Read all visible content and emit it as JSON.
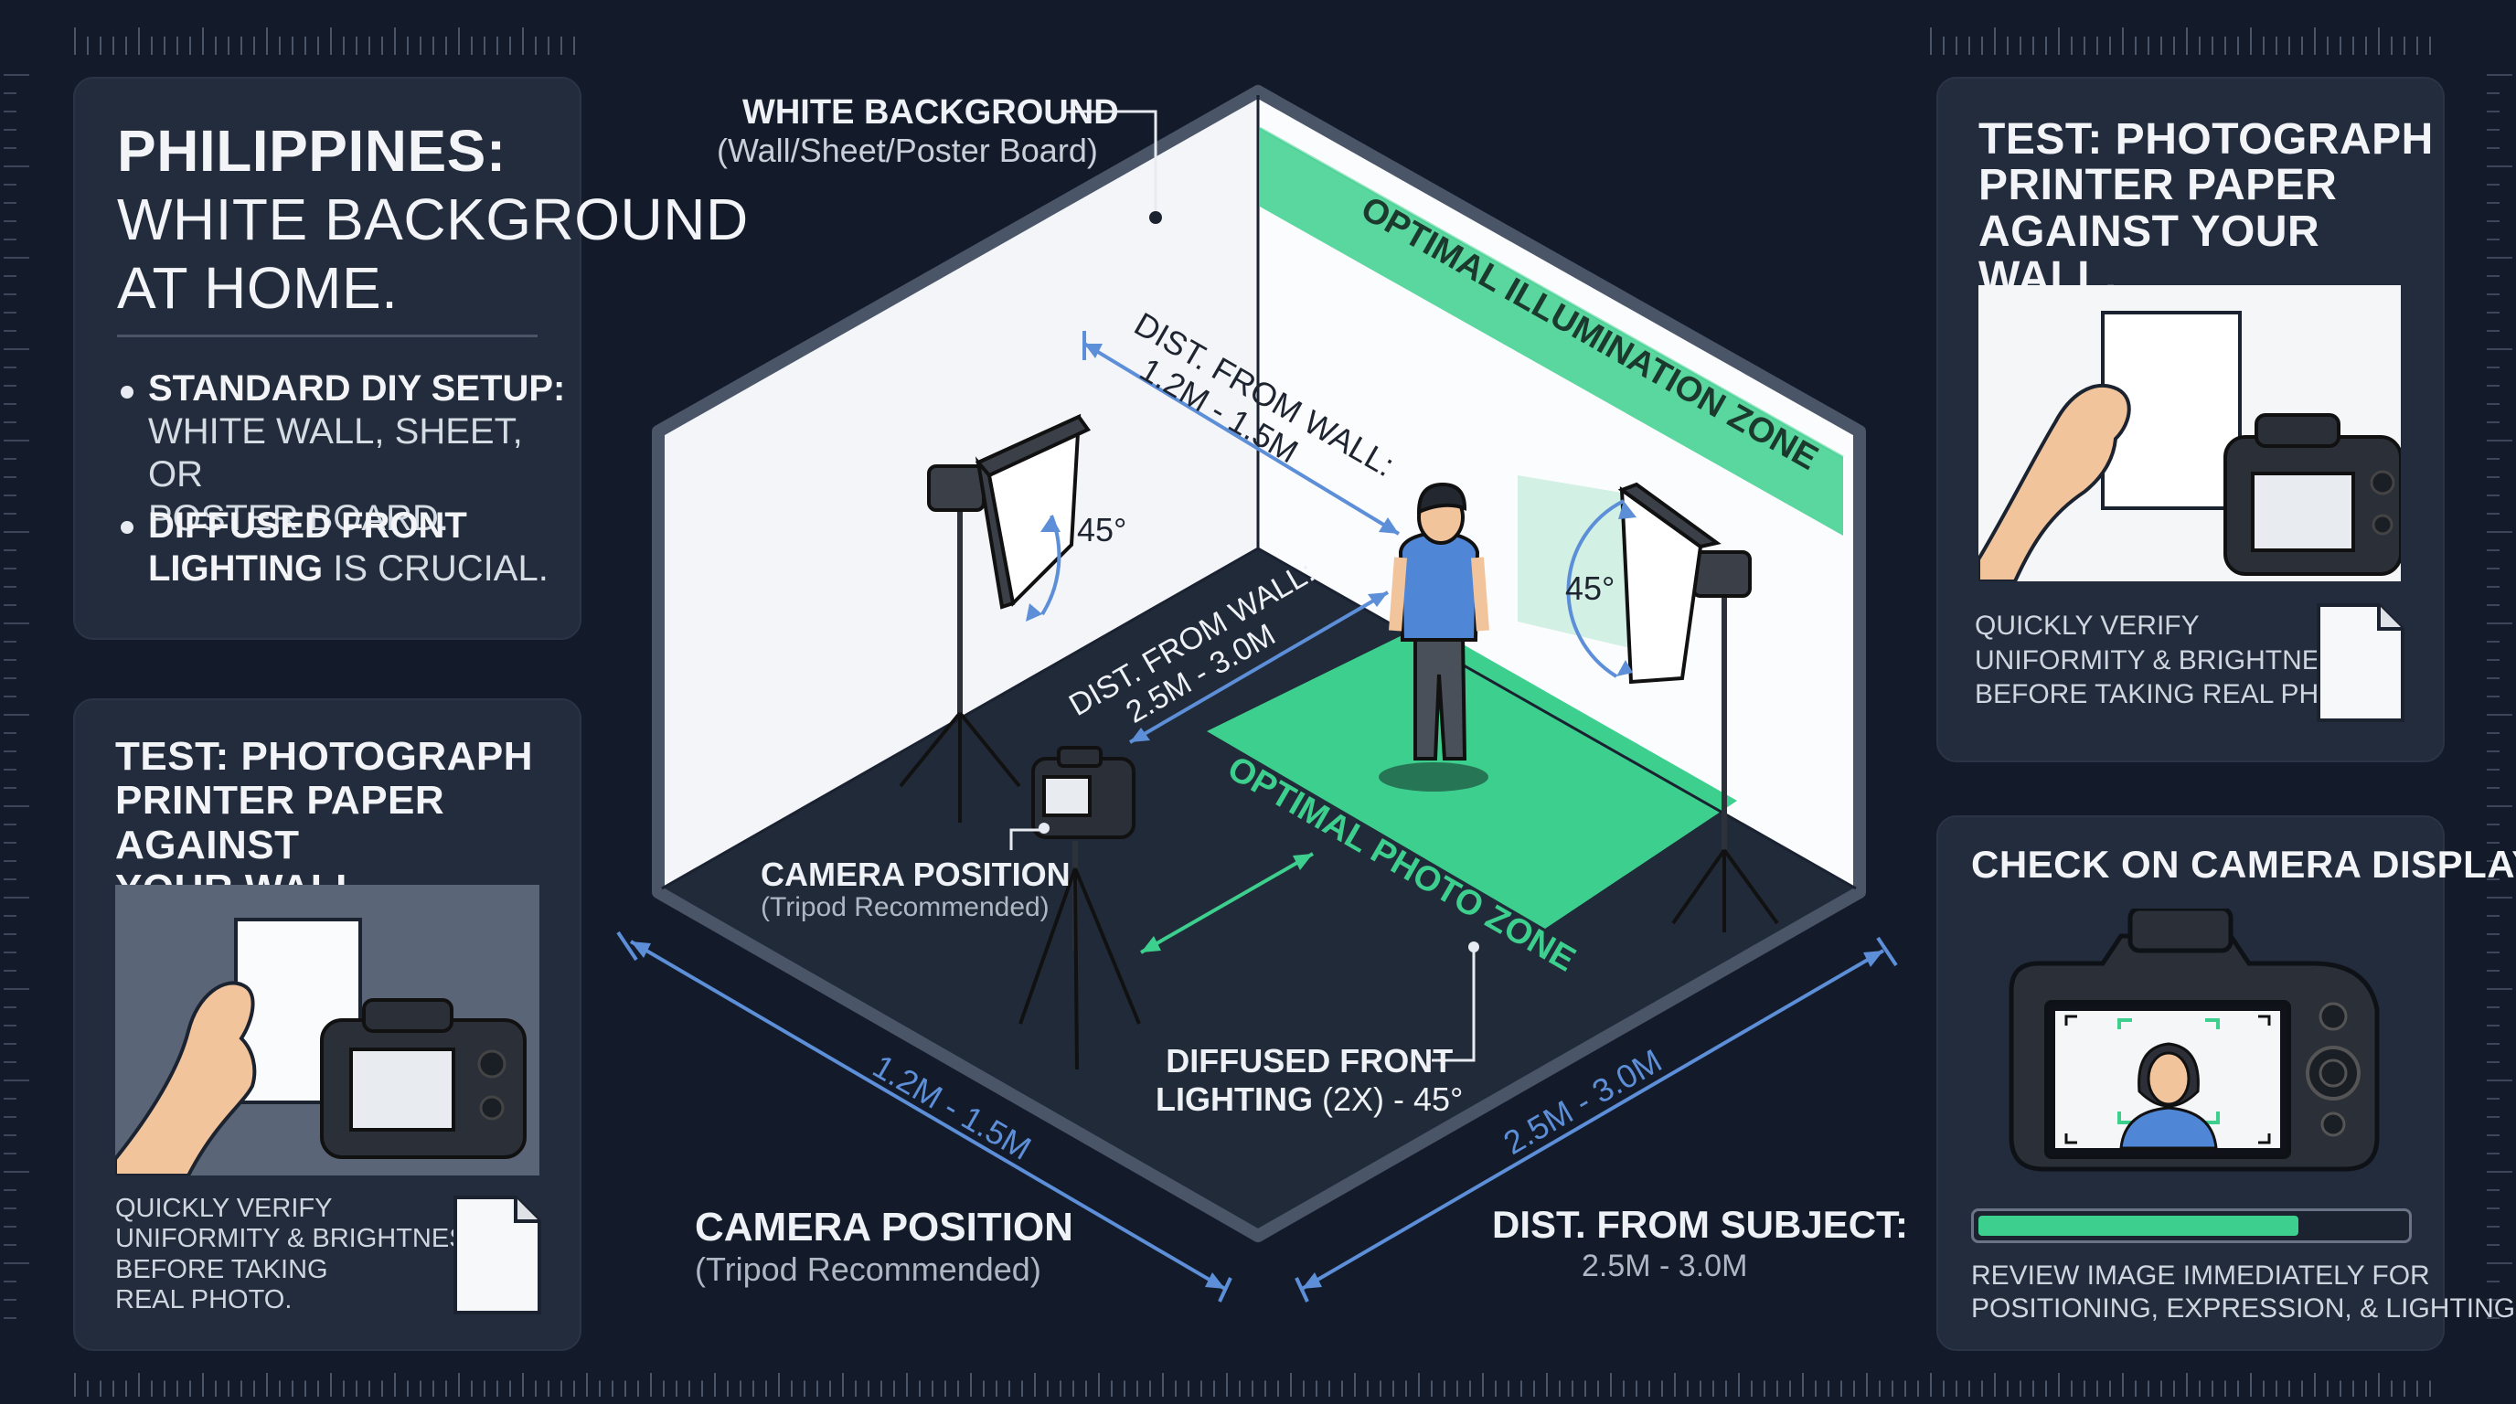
{
  "colors": {
    "background": "#131b2a",
    "panel": "#222c3c",
    "accent_green": "#3dcf8e",
    "accent_blue": "#5d8fd9",
    "wall": "#f3f5f8",
    "floor": "#212a38"
  },
  "intro": {
    "title_bold": "PHILIPPINES:",
    "title_line2": "WHITE BACKGROUND",
    "title_line3": "AT HOME.",
    "bullet1_bold": "STANDARD DIY SETUP:",
    "bullet1_text_a": "WHITE WALL, SHEET, OR",
    "bullet1_text_b": "POSTER BOARD.",
    "bullet2_bold_a": "DIFFUSED FRONT",
    "bullet2_bold_b": "LIGHTING",
    "bullet2_text": " IS CRUCIAL."
  },
  "test_left": {
    "title_a": "TEST: PHOTOGRAPH",
    "title_b": "PRINTER PAPER AGAINST",
    "title_c": "YOUR WALL.",
    "desc_a": "QUICKLY VERIFY",
    "desc_b": "UNIFORMITY & BRIGHTNESS",
    "desc_c": "BEFORE TAKING",
    "desc_d": "REAL PHOTO."
  },
  "test_right": {
    "title_a": "TEST: PHOTOGRAPH",
    "title_b": "PRINTER PAPER",
    "title_c": "AGAINST YOUR WALL.",
    "desc_a": "QUICKLY VERIFY",
    "desc_b": "UNIFORMITY & BRIGHTNESS",
    "desc_c": "BEFORE TAKING REAL PHOTO."
  },
  "camera_display": {
    "title": "CHECK ON CAMERA DISPLAY",
    "progress": 0.76,
    "desc_a": "REVIEW IMAGE IMMEDIATELY FOR",
    "desc_b": "POSITIONING, EXPRESSION, & LIGHTING."
  },
  "diagram": {
    "white_bg_label": "WHITE BACKGROUND",
    "white_bg_sub": "(Wall/Sheet/Poster Board)",
    "illumination_zone": "OPTIMAL ILLUMINATION ZONE",
    "dist_wall_light_a": "DIST. FROM WALL:",
    "dist_wall_light_b": "1.2M - 1.5M",
    "dist_wall_cam_a": "DIST. FROM WALL:",
    "dist_wall_cam_b": "2.5M - 3.0M",
    "angle_left": "45°",
    "angle_right": "45°",
    "photo_zone": "OPTIMAL PHOTO ZONE",
    "camera_pos_label": "CAMERA POSITION",
    "camera_pos_sub": "(Tripod Recommended)",
    "lighting_label_a": "DIFFUSED FRONT",
    "lighting_label_b_bold": "LIGHTING",
    "lighting_label_b_rest": " (2X) - 45°",
    "dim_left": "1.2M - 1.5M",
    "dim_right": "2.5M - 3.0M",
    "bottom_camera_label": "CAMERA POSITION",
    "bottom_camera_sub": "(Tripod Recommended)",
    "bottom_dist_label": "DIST. FROM SUBJECT:",
    "bottom_dist_value": "2.5M - 3.0M"
  }
}
